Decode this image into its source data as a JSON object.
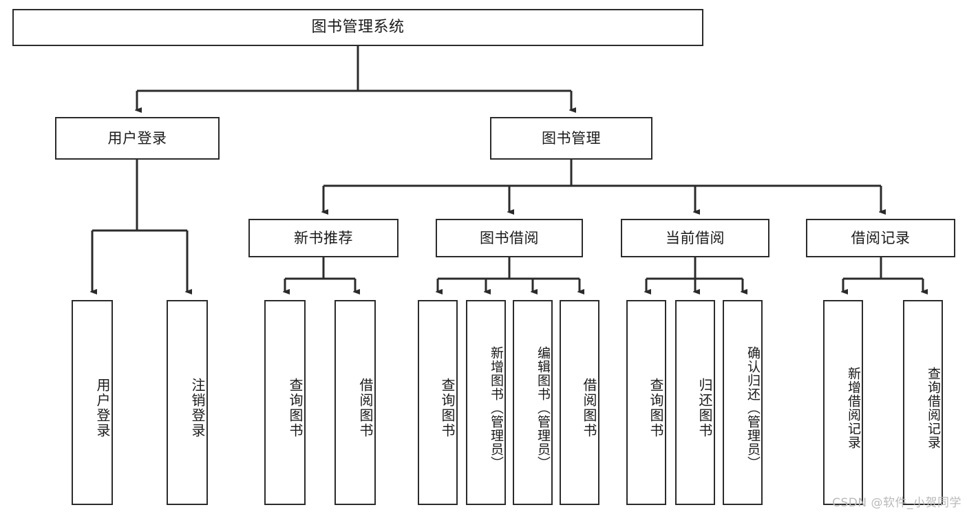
{
  "diagram": {
    "title": "图书管理系统",
    "type": "tree-hierarchy-diagram",
    "watermark": "CSDN @软件_小贺同学",
    "colors": {
      "box_border": "#2b2b2b",
      "box_fill": "#ffffff",
      "connector": "#2b2b2b",
      "text": "#1a1a1a",
      "watermark": "#b9b9b9"
    },
    "root": {
      "label": "图书管理系统"
    },
    "level2": [
      {
        "label": "用户登录"
      },
      {
        "label": "图书管理"
      }
    ],
    "level3": [
      {
        "label": "新书推荐"
      },
      {
        "label": "图书借阅"
      },
      {
        "label": "当前借阅"
      },
      {
        "label": "借阅记录"
      }
    ],
    "leaves": {
      "user_login": [
        {
          "label": "用户登录"
        },
        {
          "label": "注销登录"
        }
      ],
      "new_book_recommend": [
        {
          "label": "查询图书"
        },
        {
          "label": "借阅图书"
        }
      ],
      "book_borrow": [
        {
          "label": "查询图书"
        },
        {
          "label": "新增图书（管理员）"
        },
        {
          "label": "编辑图书（管理员）"
        },
        {
          "label": "借阅图书"
        }
      ],
      "current_borrow": [
        {
          "label": "查询图书"
        },
        {
          "label": "归还图书"
        },
        {
          "label": "确认归还（管理员）"
        }
      ],
      "borrow_record": [
        {
          "label": "新增借阅记录"
        },
        {
          "label": "查询借阅记录"
        }
      ]
    }
  }
}
